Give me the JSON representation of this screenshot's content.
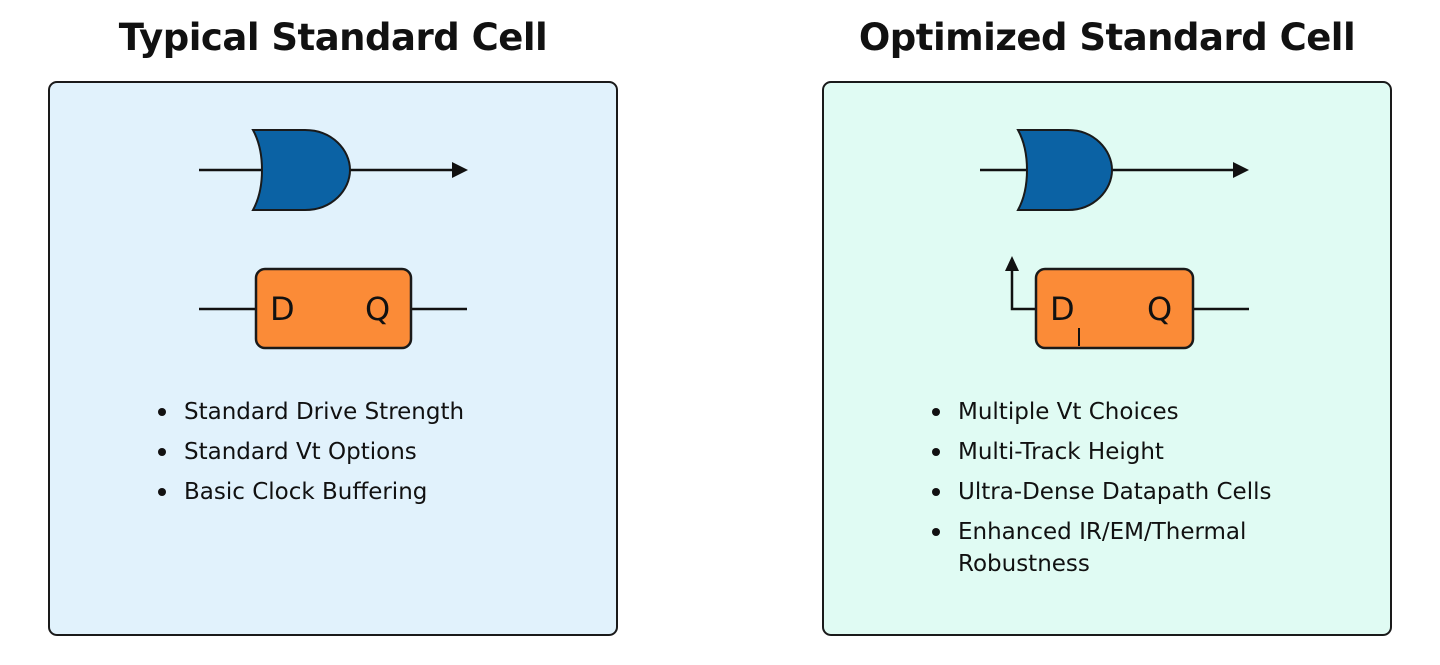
{
  "left_panel": {
    "title": "Typical Standard Cell",
    "flipflop": {
      "d_label": "D",
      "q_label": "Q"
    },
    "features": [
      "Standard Drive Strength",
      "Standard Vt Options",
      "Basic Clock Buffering"
    ]
  },
  "right_panel": {
    "title": "Optimized Standard Cell",
    "flipflop": {
      "d_label": "D",
      "q_label": "Q"
    },
    "features": [
      "Multiple Vt Choices",
      "Multi-Track Height",
      "Ultra-Dense Datapath Cells",
      "Enhanced IR/EM/Thermal Robustness"
    ]
  },
  "colors": {
    "gate_fill": "#0b62a4",
    "flipflop_fill": "#fb8b37",
    "left_background": "#e1f2fc",
    "right_background": "#e0fbf3",
    "stroke": "#1a1a1a"
  },
  "icons": {
    "gate": "or-gate-icon",
    "flipflop": "d-flipflop-icon"
  }
}
